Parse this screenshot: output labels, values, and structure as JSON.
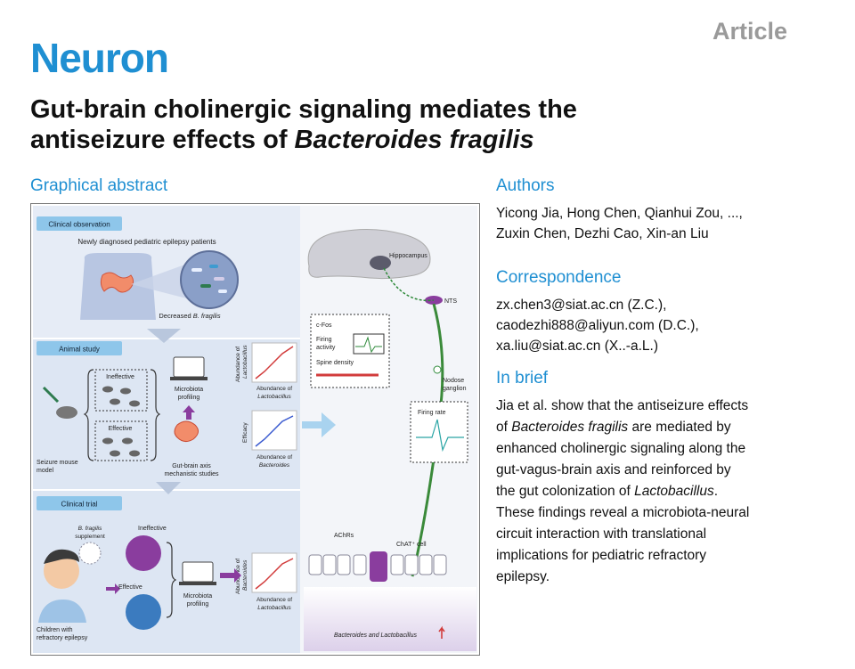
{
  "header": {
    "journal": "Neuron",
    "article_type": "Article"
  },
  "title": {
    "line1": "Gut-brain cholinergic signaling mediates the",
    "line2_prefix": "antiseizure effects of ",
    "line2_italic": "Bacteroides fragilis"
  },
  "graphical_abstract": {
    "heading": "Graphical abstract",
    "clinical_observation": {
      "label": "Clinical observation",
      "patients": "Newly diagnosed pediatric epilepsy patients",
      "decreased_prefix": "Decreased ",
      "decreased_italic": "B. fragilis"
    },
    "animal_study": {
      "label": "Animal study",
      "ineffective": "Ineffective",
      "effective": "Effective",
      "profiling_1": "Microbiota",
      "profiling_2": "profiling",
      "gutbrain_1": "Gut-brain axis",
      "gutbrain_2": "mechanistic studies",
      "seizure_1": "Seizure mouse",
      "seizure_2": "model",
      "chart1_ylabel_1": "Abundance of",
      "chart1_ylabel_2": "Lactobacillus",
      "chart1_xlabel_1": "Abundance of",
      "chart1_xlabel_2": "Lactobacillus",
      "chart2_ylabel": "Efficacy",
      "chart2_xlabel_1": "Abundance of",
      "chart2_xlabel_2": "Bacteroides"
    },
    "clinical_trial": {
      "label": "Clinical trial",
      "supplement_1": "B. fragilis",
      "supplement_2": "supplement",
      "ineffective": "Ineffective",
      "effective": "Effective",
      "profiling_1": "Microbiota",
      "profiling_2": "profiling",
      "children_1": "Children with",
      "children_2": "refractory epilepsy",
      "chart3_ylabel_1": "Abundance of",
      "chart3_ylabel_2": "Bacteroides",
      "chart3_xlabel_1": "Abundance of",
      "chart3_xlabel_2": "Lactobacillus"
    },
    "brain": {
      "hippocampus": "Hippocampus",
      "nts": "NTS",
      "cfos": "c-Fos",
      "firing_1": "Firing",
      "firing_2": "activity",
      "spine": "Spine density",
      "nodose_1": "Nodose",
      "nodose_2": "ganglion",
      "firing_rate": "Firing rate",
      "achrs": "AChRs",
      "chat": "ChAT⁺ cell",
      "bottom": "Bacteroides and Lactobacillus"
    }
  },
  "authors": {
    "heading": "Authors",
    "line1": "Yicong Jia, Hong Chen, Qianhui Zou, ...,",
    "line2": "Zuxin Chen, Dezhi Cao, Xin-an Liu"
  },
  "correspondence": {
    "heading": "Correspondence",
    "emails": [
      "zx.chen3@siat.ac.cn (Z.C.),",
      "caodezhi888@aliyun.com (D.C.),",
      "xa.liu@siat.ac.cn (X..-a.L.)"
    ]
  },
  "in_brief": {
    "heading": "In brief",
    "lines": [
      {
        "pre": "Jia et al. show that the antiseizure effects",
        "it": "",
        "post": ""
      },
      {
        "pre": "of ",
        "it": "Bacteroides fragilis",
        "post": " are mediated by"
      },
      {
        "pre": "enhanced cholinergic signaling along the",
        "it": "",
        "post": ""
      },
      {
        "pre": "gut-vagus-brain axis and reinforced by",
        "it": "",
        "post": ""
      },
      {
        "pre": "the gut colonization of ",
        "it": "Lactobacillus",
        "post": "."
      },
      {
        "pre": "These findings reveal a microbiota-neural",
        "it": "",
        "post": ""
      },
      {
        "pre": "circuit interaction with translational",
        "it": "",
        "post": ""
      },
      {
        "pre": "implications for pediatric refractory",
        "it": "",
        "post": ""
      },
      {
        "pre": "epilepsy.",
        "it": "",
        "post": ""
      }
    ]
  },
  "colors": {
    "accent": "#1f8fd2",
    "article_gray": "#9a9a9a",
    "panel_bg": "#dfe7f3",
    "label_bg": "#8ec6ea",
    "purple": "#7b3f9a",
    "red": "#d23c3c"
  }
}
